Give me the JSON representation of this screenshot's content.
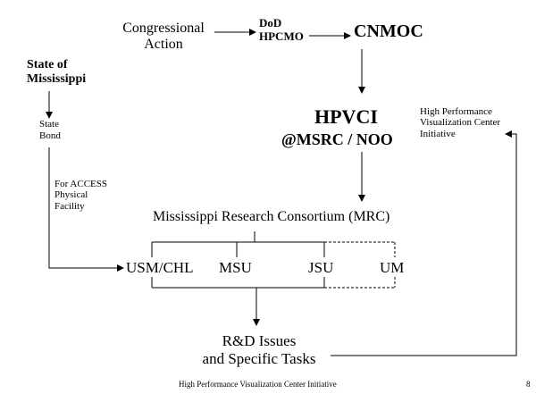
{
  "slide": {
    "congressional_action": "Congressional\nAction",
    "dod_hpcmo": "DoD\nHPCMO",
    "cnmoc": "CNMOC",
    "state_of_mississippi": "State of\nMississippi",
    "state_bond": "State\nBond",
    "hpvci": "HPVCI",
    "msrc_noo": "@MSRC / NOO",
    "hpvci_note": "High Performance\nVisualization Center\nInitiative",
    "access_note": "For ACCESS\nPhysical\nFacility",
    "mrc": "Mississippi Research Consortium (MRC)",
    "members": [
      "USM/CHL",
      "MSU",
      "JSU",
      "UM"
    ],
    "rd_issues": "R&D Issues\nand Specific Tasks",
    "footer_text": "High Performance Visualization Center Initiative",
    "page_number": "8"
  },
  "colors": {
    "ink": "#000000",
    "background": "#ffffff"
  }
}
